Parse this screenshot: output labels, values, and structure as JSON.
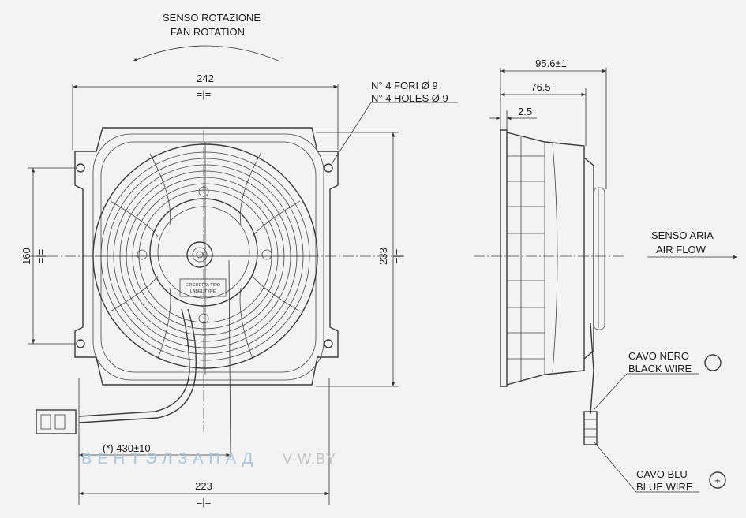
{
  "rotation": {
    "line1": "SENSO ROTAZIONE",
    "line2": "FAN ROTATION"
  },
  "holes": {
    "line1": "N° 4 FORI Ø 9",
    "line2": "N° 4 HOLES Ø 9"
  },
  "dims": {
    "top_width": "242",
    "height_left": "160",
    "height_right": "233",
    "bottom_width": "223",
    "cable_length": "(*) 430±10",
    "depth_total": "95.6±1",
    "depth_mid": "76.5",
    "depth_flange": "2.5",
    "sym_h": "=|=",
    "sym_v": "=|="
  },
  "airflow": {
    "line1": "SENSO ARIA",
    "line2": "AIR FLOW"
  },
  "black_wire": {
    "line1": "CAVO NERO",
    "line2": "BLACK WIRE",
    "sign": "−"
  },
  "blue_wire": {
    "line1": "CAVO BLU",
    "line2": "BLUE WIRE",
    "sign": "+"
  },
  "label_plate": {
    "line1": "ETICHETTA TIPO",
    "line2": "LABEL TYPE"
  },
  "watermark": {
    "brand": "ВЕНТЭЛЗАПАД",
    "site": "V-W.BY"
  },
  "colors": {
    "line": "#3a3a3a",
    "background": "#f3f3f3",
    "watermark_blue": "#a9c6dd",
    "watermark_gray": "#c2c2c2"
  }
}
